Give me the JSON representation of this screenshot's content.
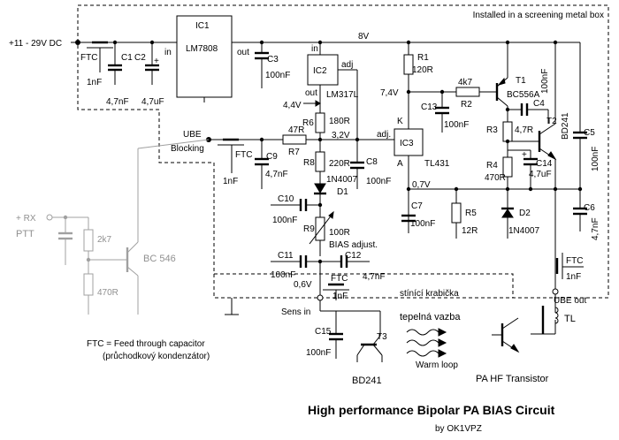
{
  "title": "High performance Bipolar PA BIAS Circuit",
  "author": "by OK1VPZ",
  "box_label": "Installed in a screening metal box",
  "box_label_cz": "stínící krabička",
  "supply": "+11 - 29V DC",
  "ftc_note": "FTC = Feed through capacitor",
  "ftc_note_cz": "(průchodkový kondenzátor)",
  "thermal_cz": "tepelná vazba",
  "thermal_en": "Warm loop",
  "ube_blocking": [
    "UBE",
    "Blocking"
  ],
  "ube_out": "UBE out",
  "sens_in": "Sens in",
  "pa_transistor": "PA HF Transistor",
  "tl": "TL",
  "ic": {
    "ic1": "IC1",
    "ic1_type": "LM7808",
    "ic1_in": "in",
    "ic1_out": "out",
    "ic2": "IC2",
    "ic2_type": "LM317L",
    "ic2_in": "in",
    "ic2_out": "out",
    "ic2_adj": "adj",
    "ic3": "IC3",
    "ic3_type": "TL431",
    "ic3_adj": "adj.",
    "ic3_k": "K",
    "ic3_a": "A"
  },
  "voltages": {
    "v8": "8V",
    "v74": "7,4V",
    "v44": "4,4V",
    "v32": "3,2V",
    "v07": "0,7V",
    "v06": "0,6V"
  },
  "resistors": {
    "r1": "R1",
    "r1v": "120R",
    "r2": "R2",
    "r2v": "4k7",
    "r3": "R3",
    "r3v": "4,7R",
    "r4": "R4",
    "r4v": "470R",
    "r5": "R5",
    "r5v": "12R",
    "r6": "R6",
    "r6v": "180R",
    "r7": "R7",
    "r7v": "47R",
    "r8": "R8",
    "r8v": "220R",
    "r9": "R9",
    "r9v": "100R",
    "r9n": "BIAS adjust."
  },
  "capacitors": {
    "ftc": "FTC",
    "ftcv": "1nF",
    "c1": "C1",
    "c1v": "4,7nF",
    "c2": "C2",
    "c2v": "4,7uF",
    "c3": "C3",
    "c3v": "100nF",
    "c4": "C4",
    "c4v": "100nF",
    "c5": "C5",
    "c5v": "100nF",
    "c6": "C6",
    "c6v": "4,7nF",
    "c7": "C7",
    "c7v": "100nF",
    "c8": "C8",
    "c8v": "100nF",
    "c9": "C9",
    "c9v": "4,7nF",
    "c10": "C10",
    "c10v": "100nF",
    "c11": "C11",
    "c11v": "100nF",
    "c12": "C12",
    "c12v": "4,7nF",
    "c13": "C13",
    "c13v": "100nF",
    "c14": "C14",
    "c14v": "4,7uF",
    "c15": "C15",
    "c15v": "100nF"
  },
  "semis": {
    "t1": "T1",
    "t1v": "BC556A",
    "t2": "T2",
    "t2v": "BD241",
    "t3": "T3",
    "t3v": "BD241",
    "d1": "D1",
    "d1v": "1N4007",
    "d2": "D2",
    "d2v": "1N4007"
  },
  "ptt": {
    "rx": "+ RX",
    "ptt": "PTT",
    "r_top": "2k7",
    "r_bot": "470R",
    "transistor": "BC 546"
  }
}
